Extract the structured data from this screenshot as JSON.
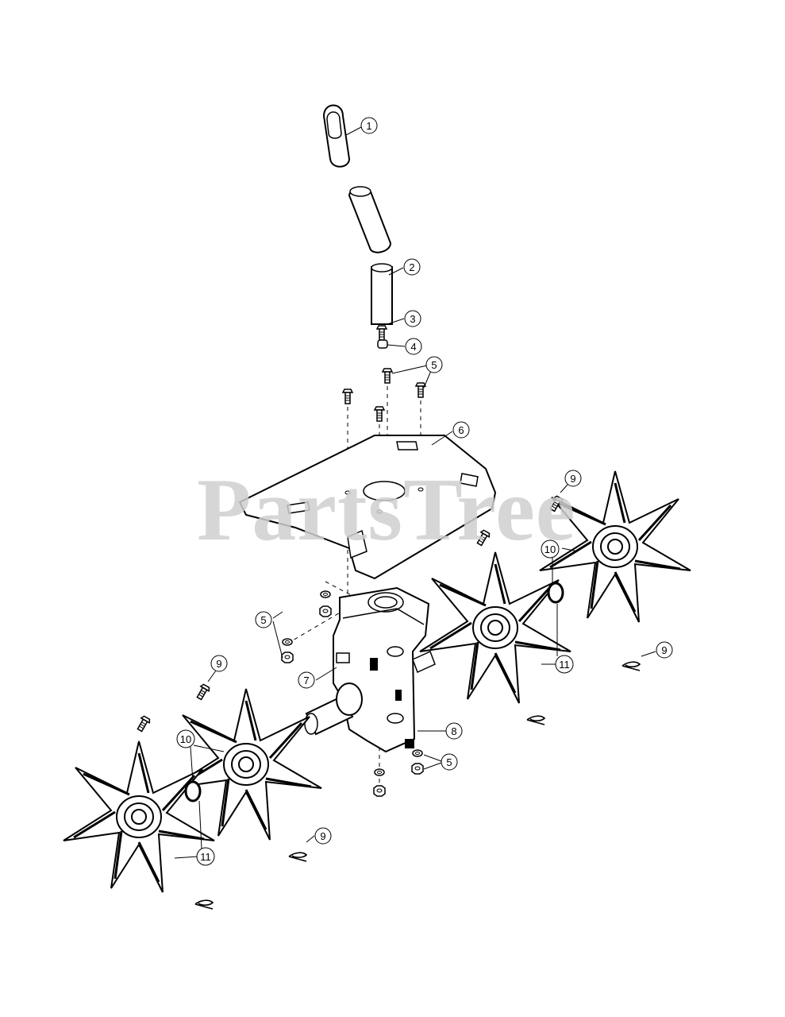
{
  "watermark": "PartsTree",
  "callouts": [
    {
      "id": "c1",
      "label": "1"
    },
    {
      "id": "c2",
      "label": "2"
    },
    {
      "id": "c3",
      "label": "3"
    },
    {
      "id": "c4",
      "label": "4"
    },
    {
      "id": "c5a",
      "label": "5"
    },
    {
      "id": "c6",
      "label": "6"
    },
    {
      "id": "c9a",
      "label": "9"
    },
    {
      "id": "c10a",
      "label": "10"
    },
    {
      "id": "c5b",
      "label": "5"
    },
    {
      "id": "c7",
      "label": "7"
    },
    {
      "id": "c9b",
      "label": "9"
    },
    {
      "id": "c11a",
      "label": "11"
    },
    {
      "id": "c9c",
      "label": "9"
    },
    {
      "id": "c8",
      "label": "8"
    },
    {
      "id": "c5c",
      "label": "5"
    },
    {
      "id": "c10b",
      "label": "10"
    },
    {
      "id": "c11b",
      "label": "11"
    },
    {
      "id": "c9d",
      "label": "9"
    }
  ]
}
